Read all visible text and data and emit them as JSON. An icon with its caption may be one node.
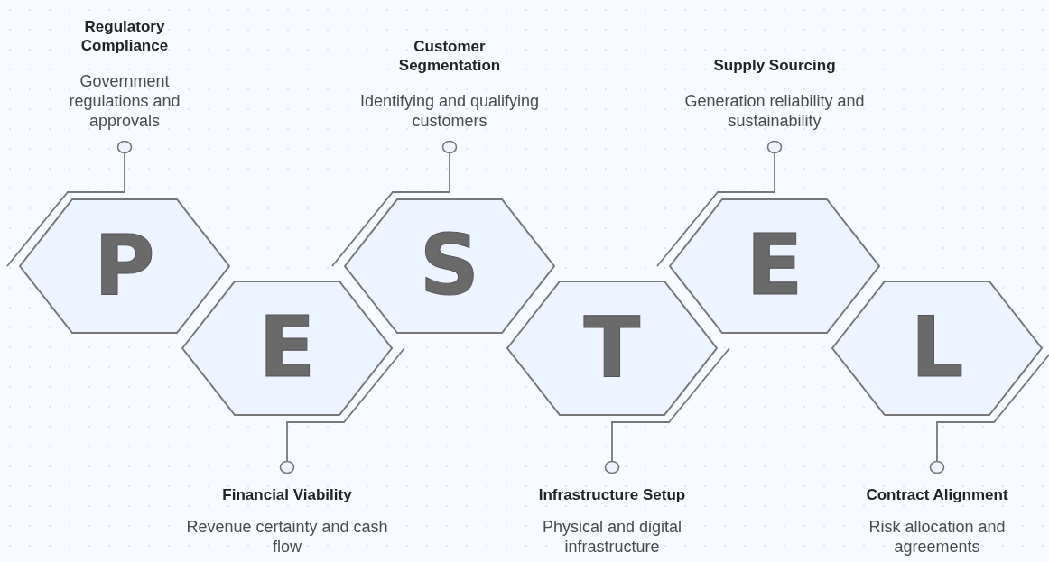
{
  "diagram": {
    "nodes": [
      {
        "text": [
          "P"
        ]
      },
      {
        "text": [
          "E"
        ]
      },
      {
        "text": [
          "S"
        ]
      },
      {
        "text": [
          "T"
        ]
      },
      {
        "text": [
          "E"
        ]
      },
      {
        "text": [
          "L"
        ]
      },
      {
        "text": [
          "Regulatory Compliance",
          "Government regulations and approvals"
        ]
      },
      {
        "text": [
          "Financial Viability",
          "Revenue certainty and cash flow"
        ]
      },
      {
        "text": [
          "Customer Segmentation",
          "Identifying and qualifying customers"
        ]
      },
      {
        "text": [
          "Infrastructure Setup",
          "Physical and digital infrastructure"
        ]
      },
      {
        "text": [
          "Supply Sourcing",
          "Generation reliability and sustainability"
        ]
      },
      {
        "text": [
          "Contract Alignment",
          "Risk allocation and agreements"
        ]
      }
    ],
    "edges": [
      {
        "from": 6,
        "to": 0,
        "arrow": "other"
      },
      {
        "from": 7,
        "to": 1,
        "arrow": "other"
      },
      {
        "from": 8,
        "to": 2,
        "arrow": "other"
      },
      {
        "from": 9,
        "to": 3,
        "arrow": "other"
      },
      {
        "from": 10,
        "to": 4,
        "arrow": "other"
      },
      {
        "from": 11,
        "to": 5,
        "arrow": "other"
      }
    ]
  }
}
